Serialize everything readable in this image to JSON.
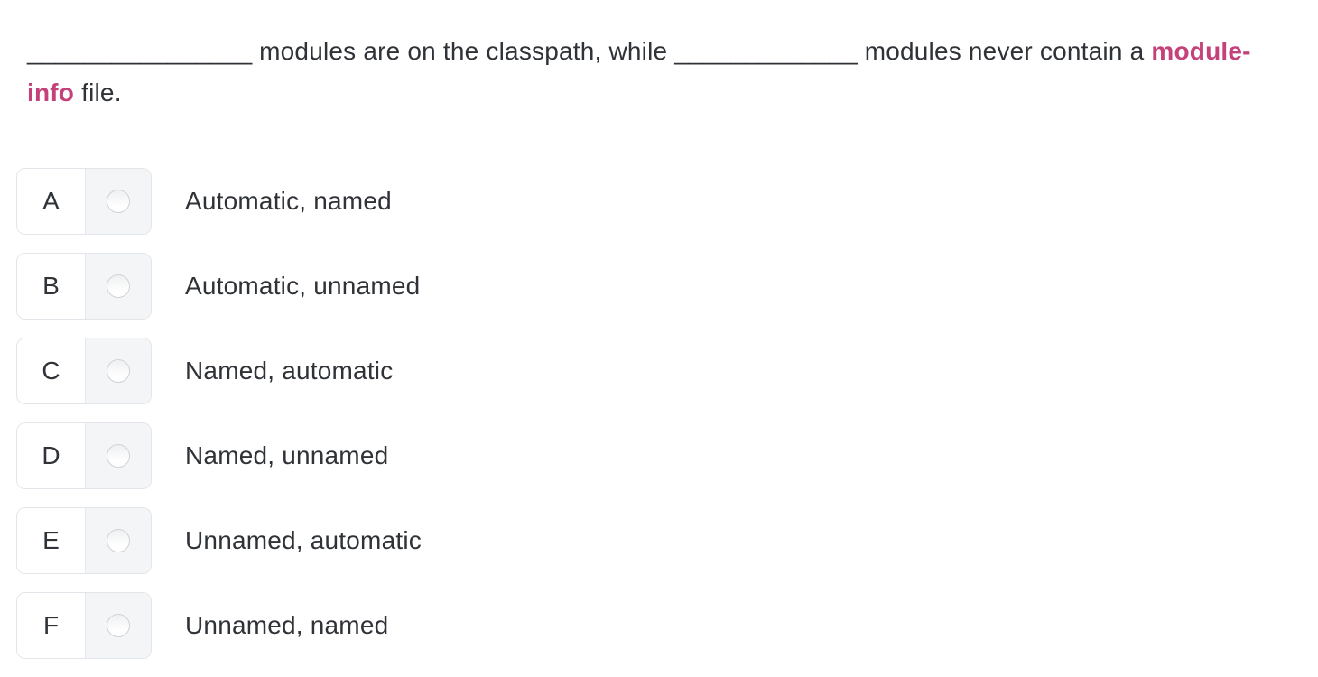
{
  "question": {
    "segments": {
      "blank1": "________________",
      "part1": " modules are on the classpath, while ",
      "blank2": "_____________",
      "part2": " modules never contain a ",
      "keyword": "module-info",
      "part3": " file."
    }
  },
  "options": [
    {
      "letter": "A",
      "label": "Automatic, named"
    },
    {
      "letter": "B",
      "label": "Automatic, unnamed"
    },
    {
      "letter": "C",
      "label": "Named, automatic"
    },
    {
      "letter": "D",
      "label": "Named, unnamed"
    },
    {
      "letter": "E",
      "label": "Unnamed, automatic"
    },
    {
      "letter": "F",
      "label": "Unnamed, named"
    }
  ],
  "colors": {
    "text": "#2f3337",
    "keyword_pink": "#c4417a",
    "badge_border": "#e2e5e9",
    "radio_cell_bg": "#f4f5f7",
    "radio_border": "#cfd3d8"
  }
}
